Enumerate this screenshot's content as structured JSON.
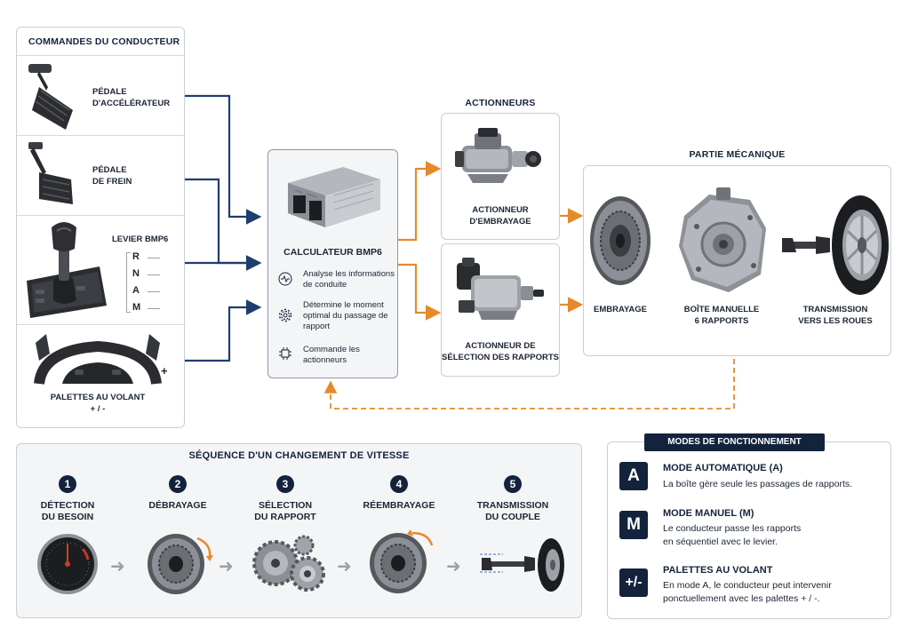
{
  "driver_controls": {
    "title": "COMMANDES DU CONDUCTEUR",
    "accelerator": "PÉDALE\nD'ACCÉLÉRATEUR",
    "brake": "PÉDALE\nDE FREIN",
    "lever": "LEVIER BMP6",
    "gears": [
      "R",
      "N",
      "A",
      "M"
    ],
    "paddles": "PALETTES AU VOLANT\n+ / -",
    "paddle_plus": "+"
  },
  "calculator": {
    "title": "CALCULATEUR BMP6",
    "items": [
      {
        "icon": "pulse-icon",
        "text": "Analyse les informations de conduite"
      },
      {
        "icon": "gear-icon",
        "text": "Détermine le moment optimal du passage de rapport"
      },
      {
        "icon": "chip-icon",
        "text": "Commande les actionneurs"
      }
    ]
  },
  "actuators": {
    "title": "ACTIONNEURS",
    "clutch_actuator": "ACTIONNEUR\nD'EMBRAYAGE",
    "gear_actuator": "ACTIONNEUR DE\nSÉLECTION DES RAPPORTS"
  },
  "mechanical": {
    "title": "PARTIE MÉCANIQUE",
    "clutch": "EMBRAYAGE",
    "gearbox": "BOÎTE MANUELLE\n6 RAPPORTS",
    "transmission": "TRANSMISSION\nVERS LES ROUES"
  },
  "sequence": {
    "title": "SÉQUENCE D'UN CHANGEMENT DE VITESSE",
    "steps": [
      {
        "num": "1",
        "label": "DÉTECTION\nDU BESOIN"
      },
      {
        "num": "2",
        "label": "DÉBRAYAGE"
      },
      {
        "num": "3",
        "label": "SÉLECTION\nDU RAPPORT"
      },
      {
        "num": "4",
        "label": "RÉEMBRAYAGE"
      },
      {
        "num": "5",
        "label": "TRANSMISSION\nDU COUPLE"
      }
    ]
  },
  "modes": {
    "title": "MODES DE FONCTIONNEMENT",
    "items": [
      {
        "badge": "A",
        "title": "MODE AUTOMATIQUE (A)",
        "desc": "La boîte gère seule les passages de rapports."
      },
      {
        "badge": "M",
        "title": "MODE MANUEL (M)",
        "desc": "Le conducteur passe les rapports\nen séquentiel avec le levier."
      },
      {
        "badge": "+/-",
        "title": "PALETTES AU VOLANT",
        "desc": "En mode A, le conducteur peut intervenir\nponctuellement avec les palettes + / -."
      }
    ]
  },
  "colors": {
    "navy": "#14233c",
    "flow_blue": "#1f3d6e",
    "flow_orange": "#e58a2b",
    "arrow_gray": "#9aa1ab"
  }
}
